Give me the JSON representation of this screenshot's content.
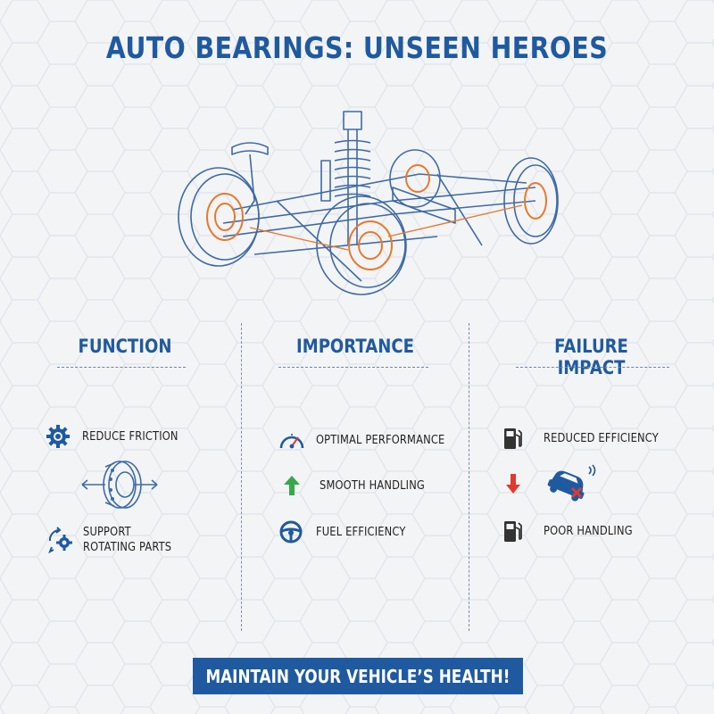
{
  "title": "AUTO BEARINGS: UNSEEN HEROES",
  "columns": {
    "function": {
      "heading": "FUNCTION",
      "items": [
        {
          "label": "REDUCE FRICTION",
          "icon": "gear-icon"
        },
        {
          "label_line1": "SUPPORT",
          "label_line2": "ROTATING PARTS",
          "icon": "rotating-gear-icon"
        }
      ],
      "illustration": "bearing-icon"
    },
    "importance": {
      "heading": "IMPORTANCE",
      "items": [
        {
          "label": "OPTIMAL PERFORMANCE",
          "icon": "speedometer-icon"
        },
        {
          "label": "SMOOTH HANDLING",
          "icon": "arrow-up-icon"
        },
        {
          "label": "FUEL EFFICIENCY",
          "icon": "steering-wheel-icon"
        }
      ]
    },
    "failure_impact": {
      "heading": "FAILURE IMPACT",
      "items": [
        {
          "label": "REDUCED EFFICIENCY",
          "icon": "fuel-pump-icon"
        },
        {
          "label": "",
          "icon": "arrow-down-icon",
          "icon2": "skidding-car-icon"
        },
        {
          "label": "POOR HANDLING",
          "icon": "fuel-pump-icon"
        }
      ]
    }
  },
  "banner": "MAINTAIN YOUR VEHICLE’S HEALTH!",
  "colors": {
    "primary": "#1f5aa0",
    "accent_orange": "#e8792c",
    "green": "#3aa84a",
    "red": "#e03a2f",
    "line_blue": "#3e6aa6"
  }
}
